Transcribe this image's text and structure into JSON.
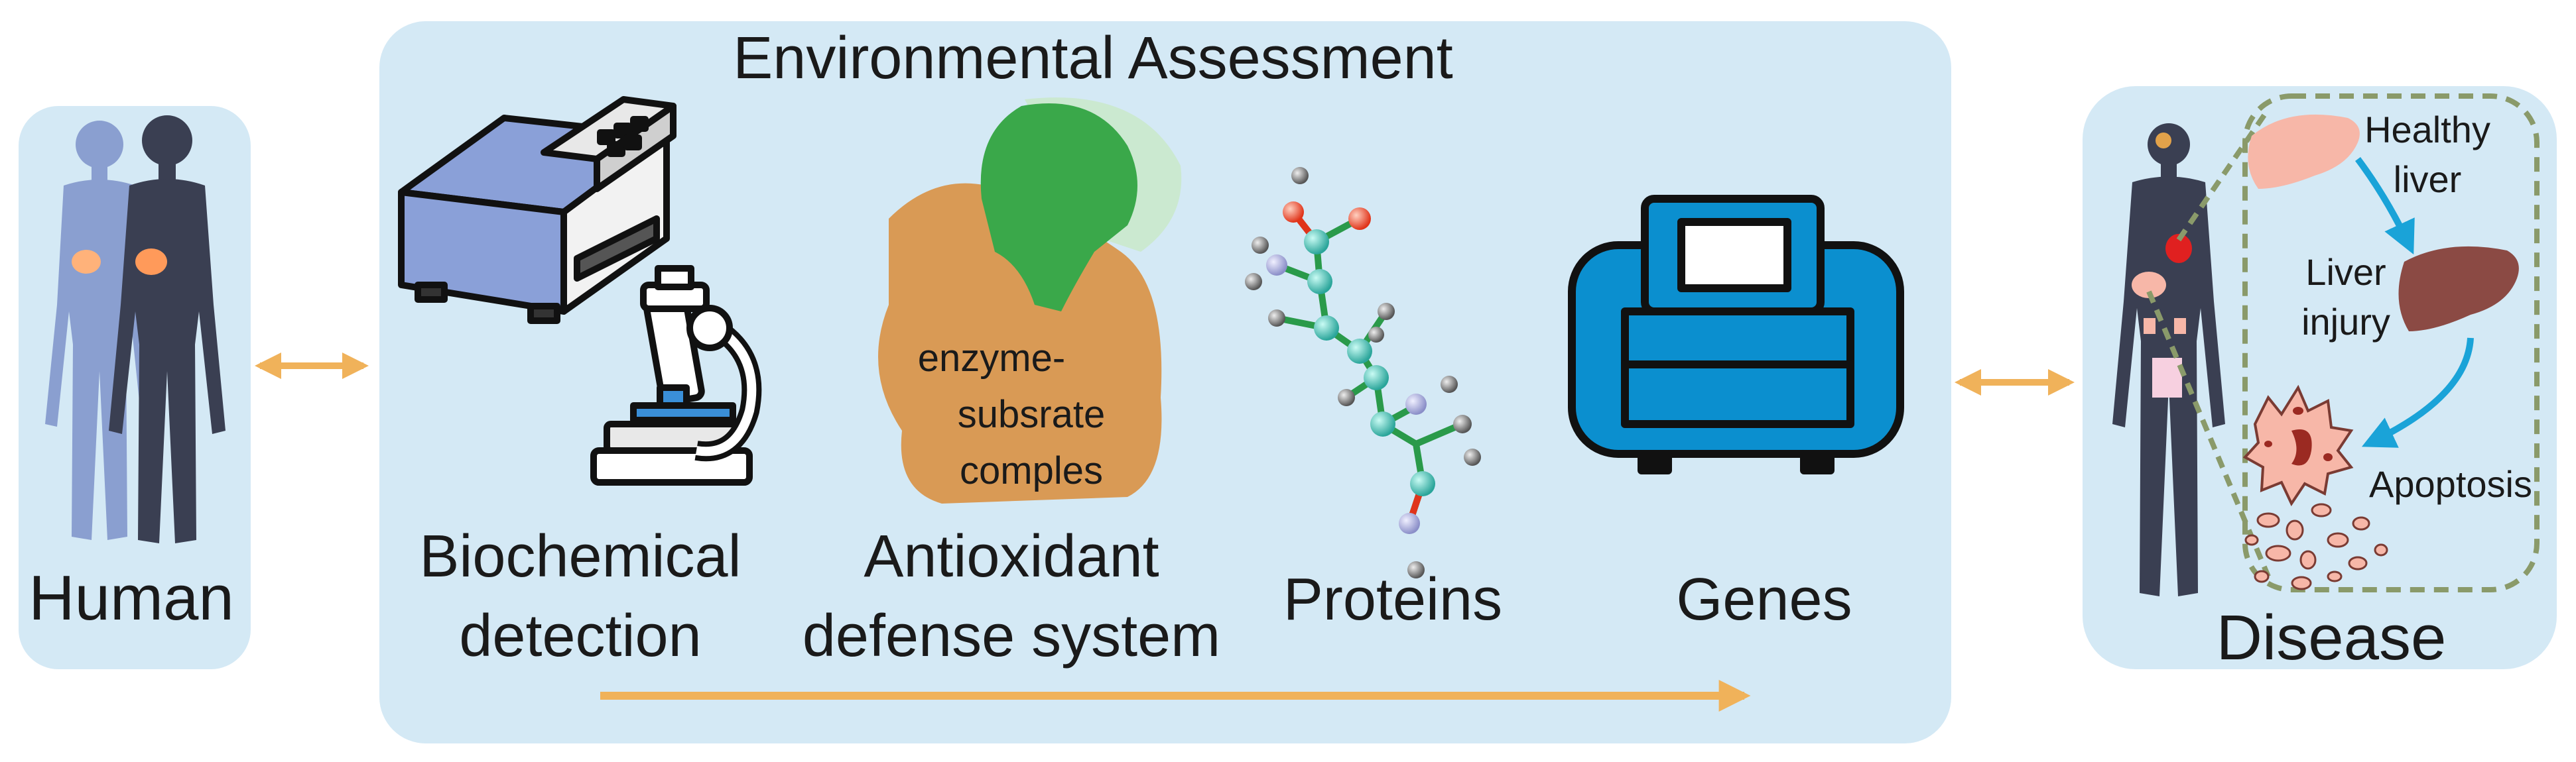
{
  "panels": {
    "human": {
      "label": "Human"
    },
    "environmental": {
      "title": "Environmental Assessment",
      "items": [
        {
          "line1": "Biochemical",
          "line2": "detection"
        },
        {
          "line1": "Antioxidant",
          "line2": "defense system"
        },
        {
          "line1": "Proteins"
        },
        {
          "line1": "Genes"
        }
      ],
      "enzyme": {
        "line1": "enzyme-",
        "line2": "subsrate",
        "line3": "comples"
      }
    },
    "disease": {
      "label": "Disease",
      "stages": {
        "healthy": {
          "line1": "Healthy",
          "line2": "liver"
        },
        "injury": {
          "line1": "Liver",
          "line2": "injury"
        },
        "apoptosis": {
          "line1": "Apoptosis"
        }
      }
    }
  },
  "colors": {
    "panel_bg": "#d4e9f5",
    "arrow": "#f0b25a",
    "cyan_arrow": "#1aa3d8",
    "silhouette_light": "#8a9fd0",
    "silhouette_dark": "#3a3f52",
    "device_blue": "#0b8fcf",
    "detector_blue": "#8aa0d8",
    "enzyme_orange": "#d99a55",
    "enzyme_green": "#3aa84a",
    "healthy_liver": "#f7b7a8",
    "injured_liver": "#8b4a44"
  }
}
